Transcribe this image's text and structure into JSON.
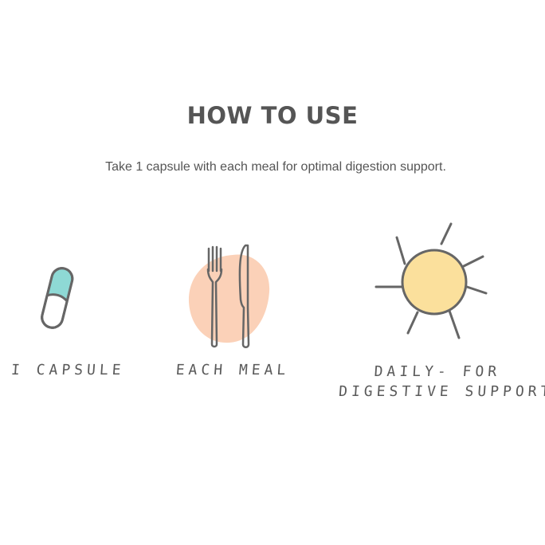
{
  "heading": "HOW TO USE",
  "description": "Take 1 capsule with each meal for optimal digestion support.",
  "steps": [
    {
      "label": "I CAPSULE",
      "icon": "capsule-icon"
    },
    {
      "label": "EACH MEAL",
      "icon": "fork-knife-icon"
    },
    {
      "label_line1": "DAILY- FOR",
      "label_line2": "DIGESTIVE SUPPORT",
      "icon": "sun-icon"
    }
  ],
  "colors": {
    "capsule": "#8ed9d5",
    "plate": "#fbd1b8",
    "sun": "#fbe09c",
    "stroke": "#666666"
  }
}
